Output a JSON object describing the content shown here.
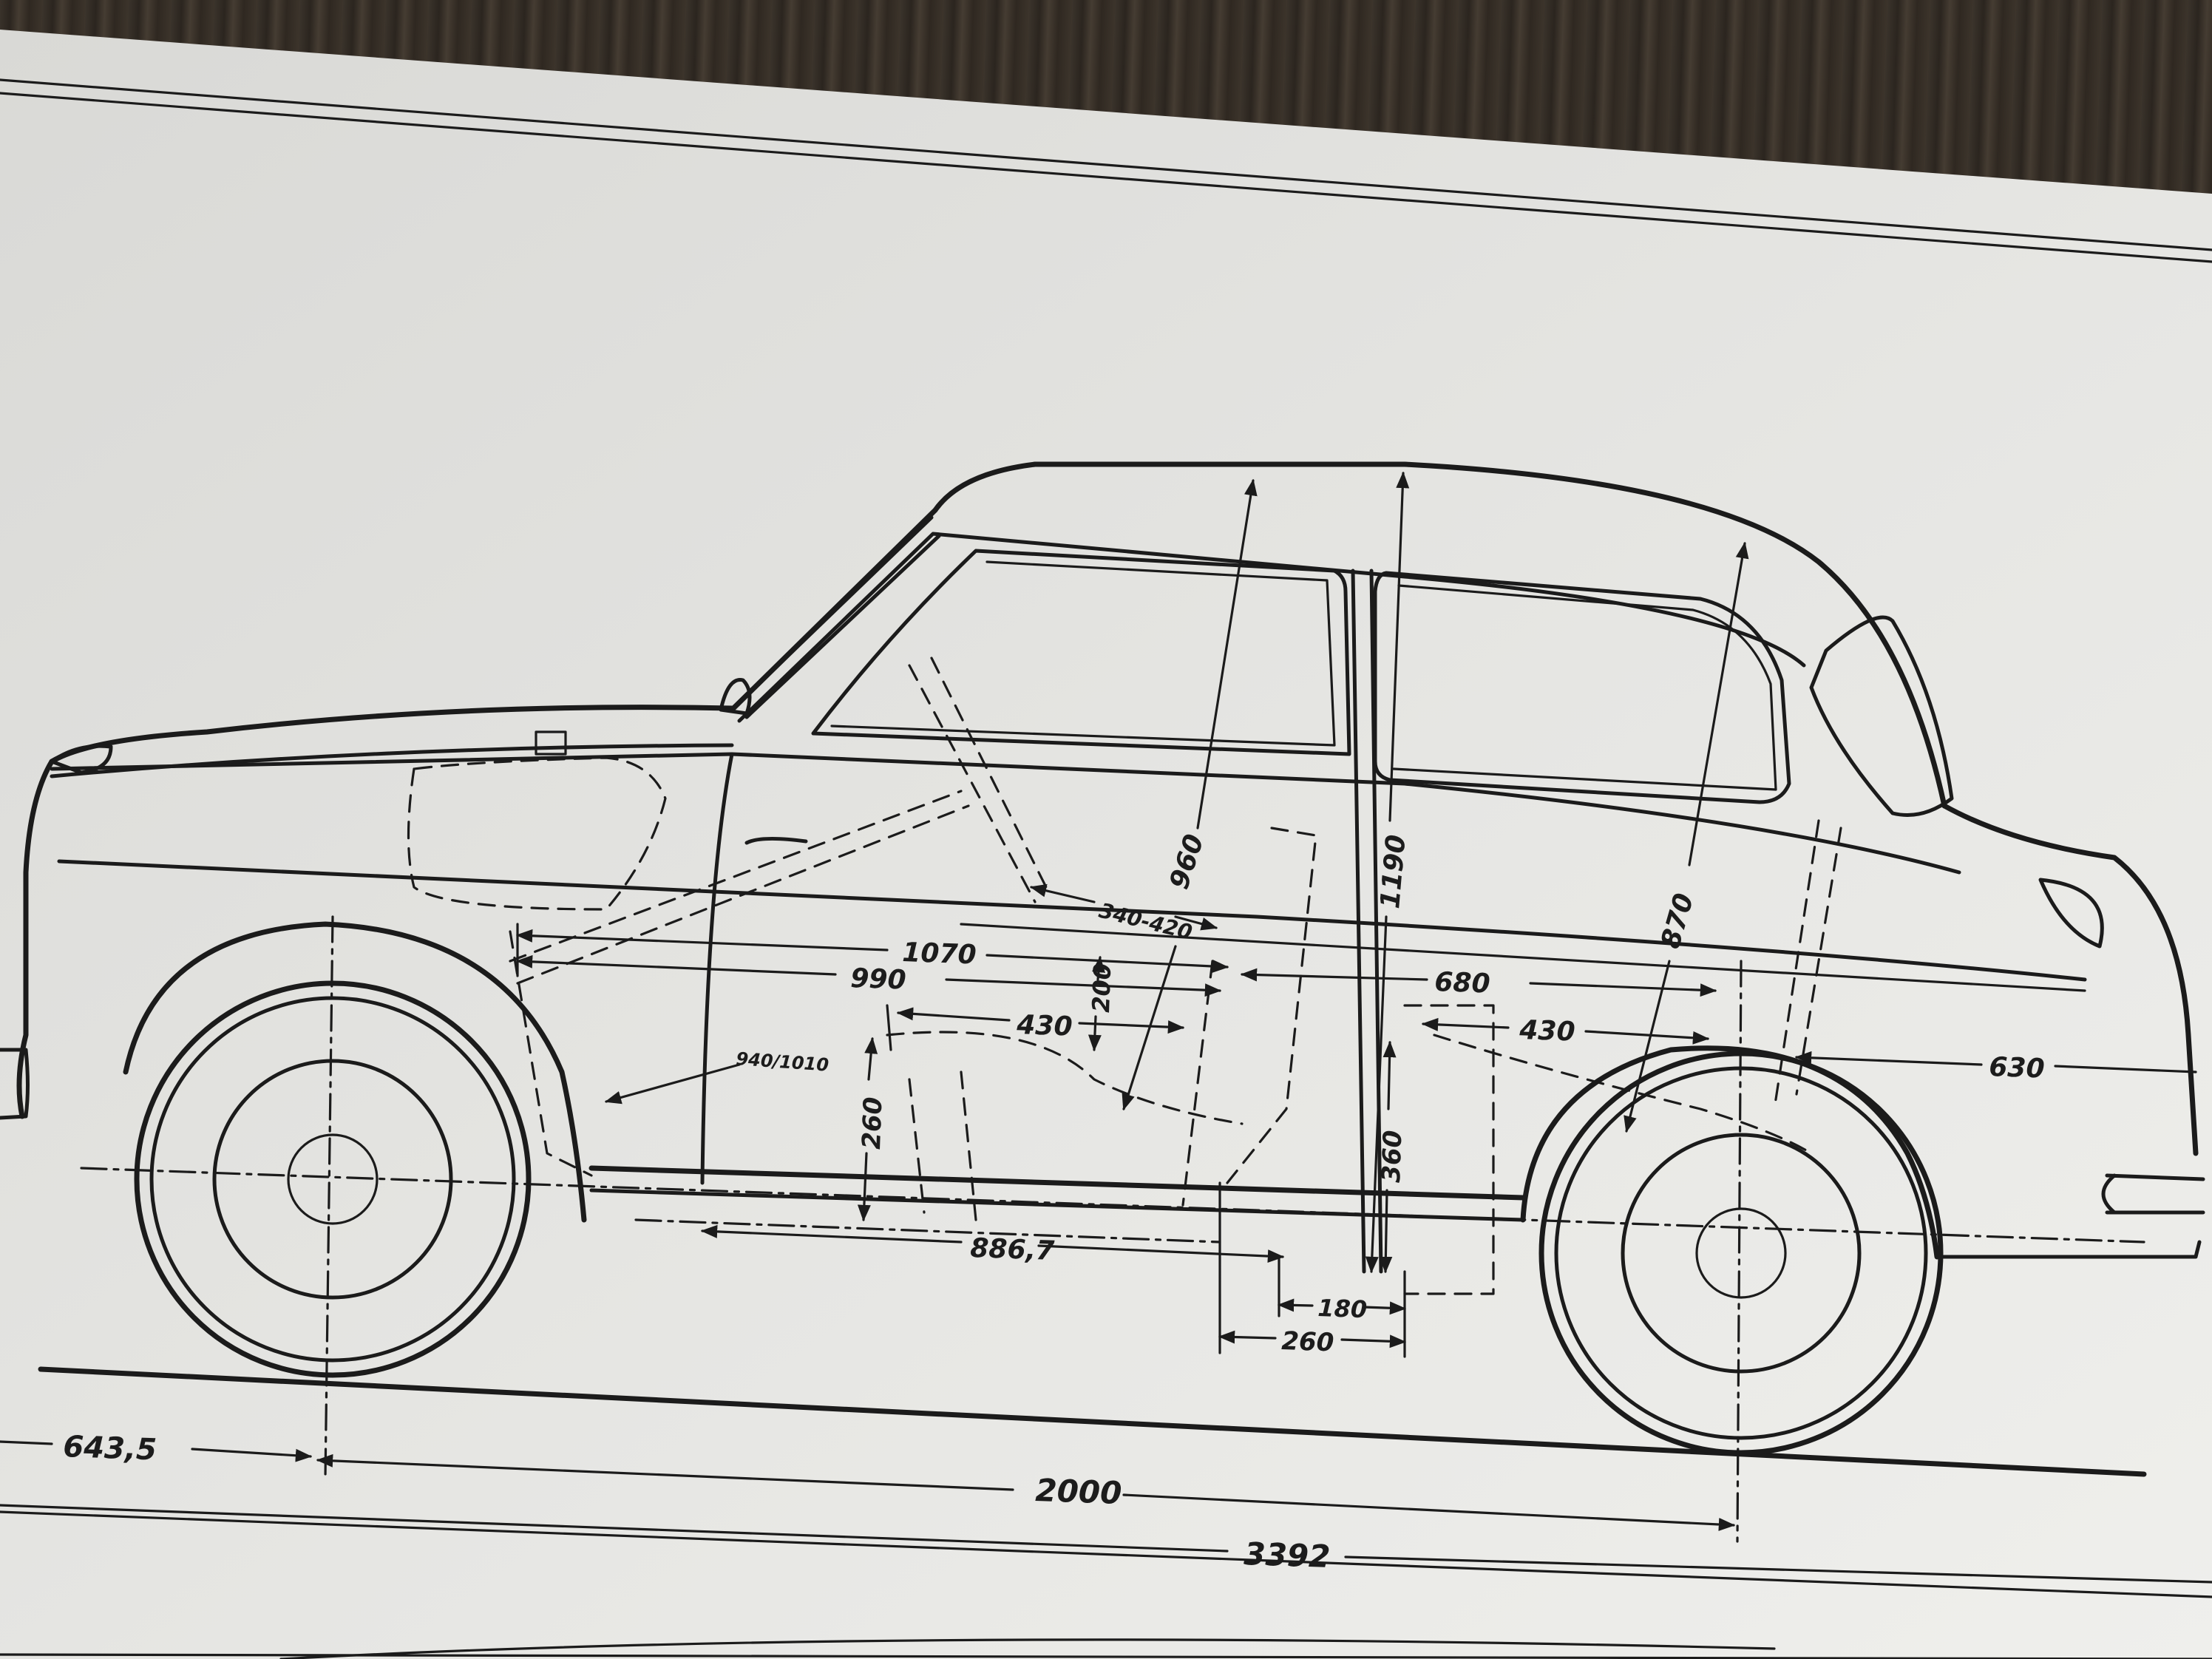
{
  "drawing": {
    "labels": {
      "overall_length": "3392",
      "wheelbase": "2000",
      "front_overhang": "643,5",
      "interior_length_front": "1070",
      "interior_length_990": "990",
      "seat_depth_430": "430",
      "rear_seat_depth_430": "430",
      "rear_legroom": "680",
      "rear_overhang_630": "630",
      "headroom_front": "960",
      "total_height": "1190",
      "headroom_rear": "870",
      "seat_back_range": "340-420",
      "seat_height_200": "200",
      "floor_260": "260",
      "rear_seat_height": "360",
      "seat_adjust": "940/1010",
      "floor_length": "886,7",
      "gap_180": "180",
      "gap_260": "260"
    }
  }
}
